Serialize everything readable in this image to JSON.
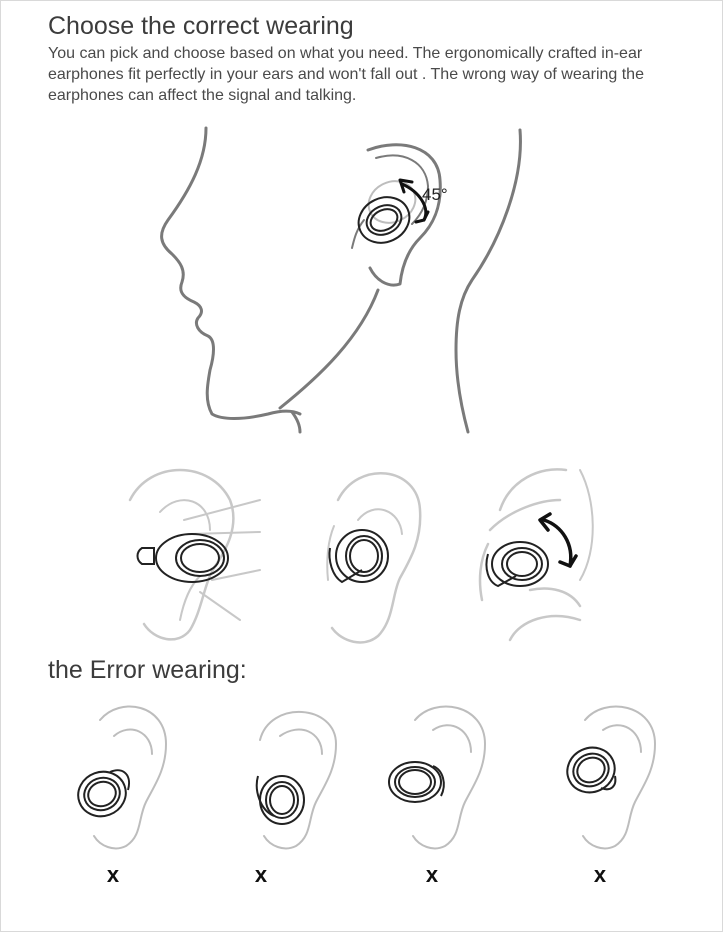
{
  "header": {
    "title": "Choose the correct wearing",
    "description": "You can pick and choose based on what you need. The ergonomically crafted in-ear earphones fit perfectly in your ears and won't fall out . The wrong way of wearing the earphones can affect the signal and talking."
  },
  "main_illustration": {
    "angle_label": "45°"
  },
  "error_section": {
    "heading": "the Error wearing:",
    "marks": [
      "x",
      "x",
      "x",
      "x"
    ]
  },
  "colors": {
    "outline": "#7a7a7a",
    "light_outline": "#c8c8c8",
    "earbud": "#222222"
  }
}
